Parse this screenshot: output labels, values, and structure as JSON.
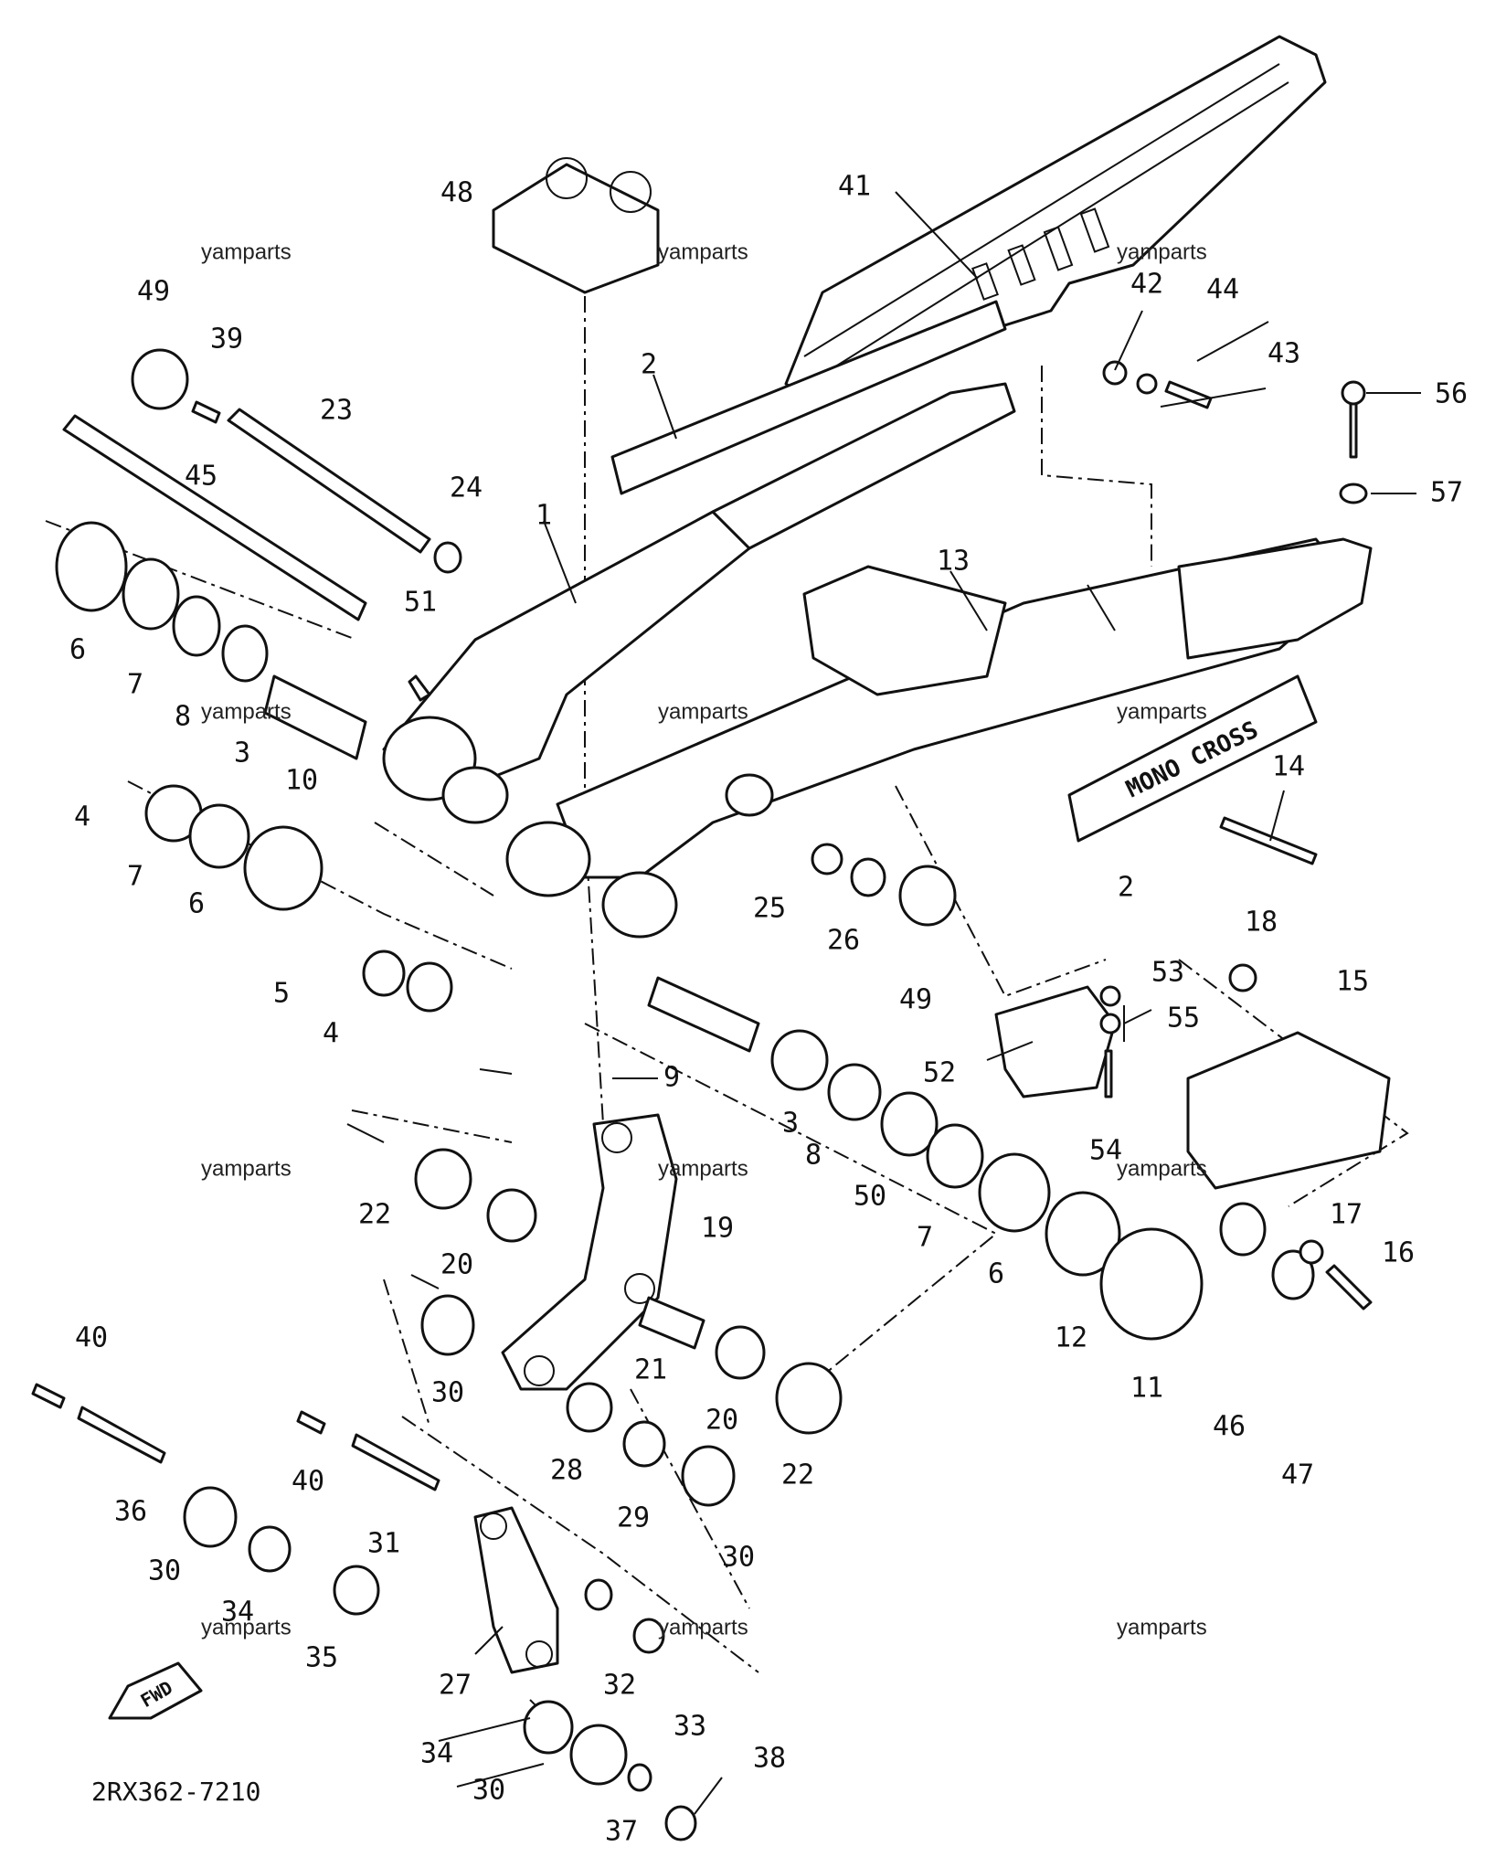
{
  "diagram": {
    "drawing_code": "2RX362-7210",
    "watermark": "yamparts",
    "fwd_label": "FWD",
    "decal_text": "MONO CROSS",
    "callouts": [
      "1",
      "2",
      "2",
      "3",
      "3",
      "4",
      "4",
      "5",
      "6",
      "6",
      "6",
      "7",
      "7",
      "7",
      "8",
      "8",
      "9",
      "10",
      "11",
      "12",
      "13",
      "14",
      "15",
      "16",
      "17",
      "18",
      "19",
      "20",
      "20",
      "21",
      "22",
      "22",
      "23",
      "24",
      "25",
      "26",
      "27",
      "28",
      "29",
      "30",
      "30",
      "30",
      "30",
      "31",
      "32",
      "33",
      "34",
      "34",
      "35",
      "36",
      "37",
      "38",
      "39",
      "40",
      "40",
      "41",
      "42",
      "43",
      "44",
      "45",
      "46",
      "47",
      "48",
      "49",
      "49",
      "50",
      "51",
      "52",
      "53",
      "54",
      "55",
      "56",
      "57"
    ]
  }
}
